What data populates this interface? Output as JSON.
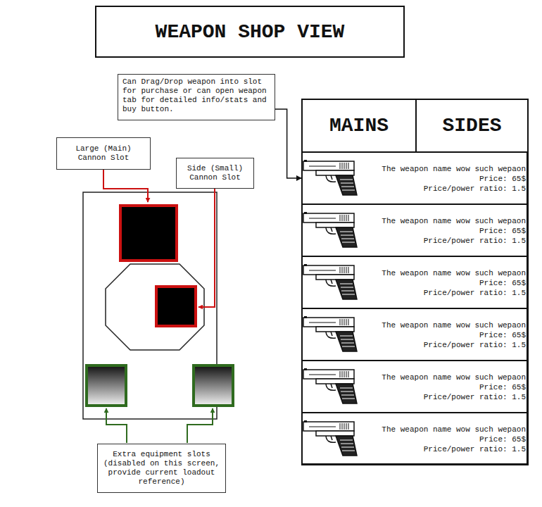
{
  "diagram": {
    "title": "WEAPON SHOP VIEW",
    "nodes": [
      {
        "text": [
          "Can Drag/Drop weapon into slot for purchase or can open weapon tab for detailed info/stats and buy button."
        ]
      },
      {
        "text": [
          "Large (Main) Cannon Slot"
        ]
      },
      {
        "text": [
          "Side (Small) Cannon Slot"
        ]
      },
      {
        "text": [
          "MAINS"
        ]
      },
      {
        "text": [
          "SIDES"
        ]
      },
      {
        "text": [
          "The weapon name wow such wepaon",
          "Price: 65$",
          "Price/power ratio: 1.5"
        ]
      },
      {
        "text": [
          "The weapon name wow such wepaon",
          "Price: 65$",
          "Price/power ratio: 1.5"
        ]
      },
      {
        "text": [
          "The weapon name wow such wepaon",
          "Price: 65$",
          "Price/power ratio: 1.5"
        ]
      },
      {
        "text": [
          "The weapon name wow such wepaon",
          "Price: 65$",
          "Price/power ratio: 1.5"
        ]
      },
      {
        "text": [
          "The weapon name wow such wepaon",
          "Price: 65$",
          "Price/power ratio: 1.5"
        ]
      },
      {
        "text": [
          "The weapon name wow such wepaon",
          "Price: 65$",
          "Price/power ratio: 1.5"
        ]
      },
      {
        "text": [
          "Extra equipment slots (disabled on this screen, provide current loadout reference)"
        ]
      }
    ],
    "edges": [
      {
        "from": 0,
        "to": 5,
        "arrow": "to"
      }
    ]
  }
}
